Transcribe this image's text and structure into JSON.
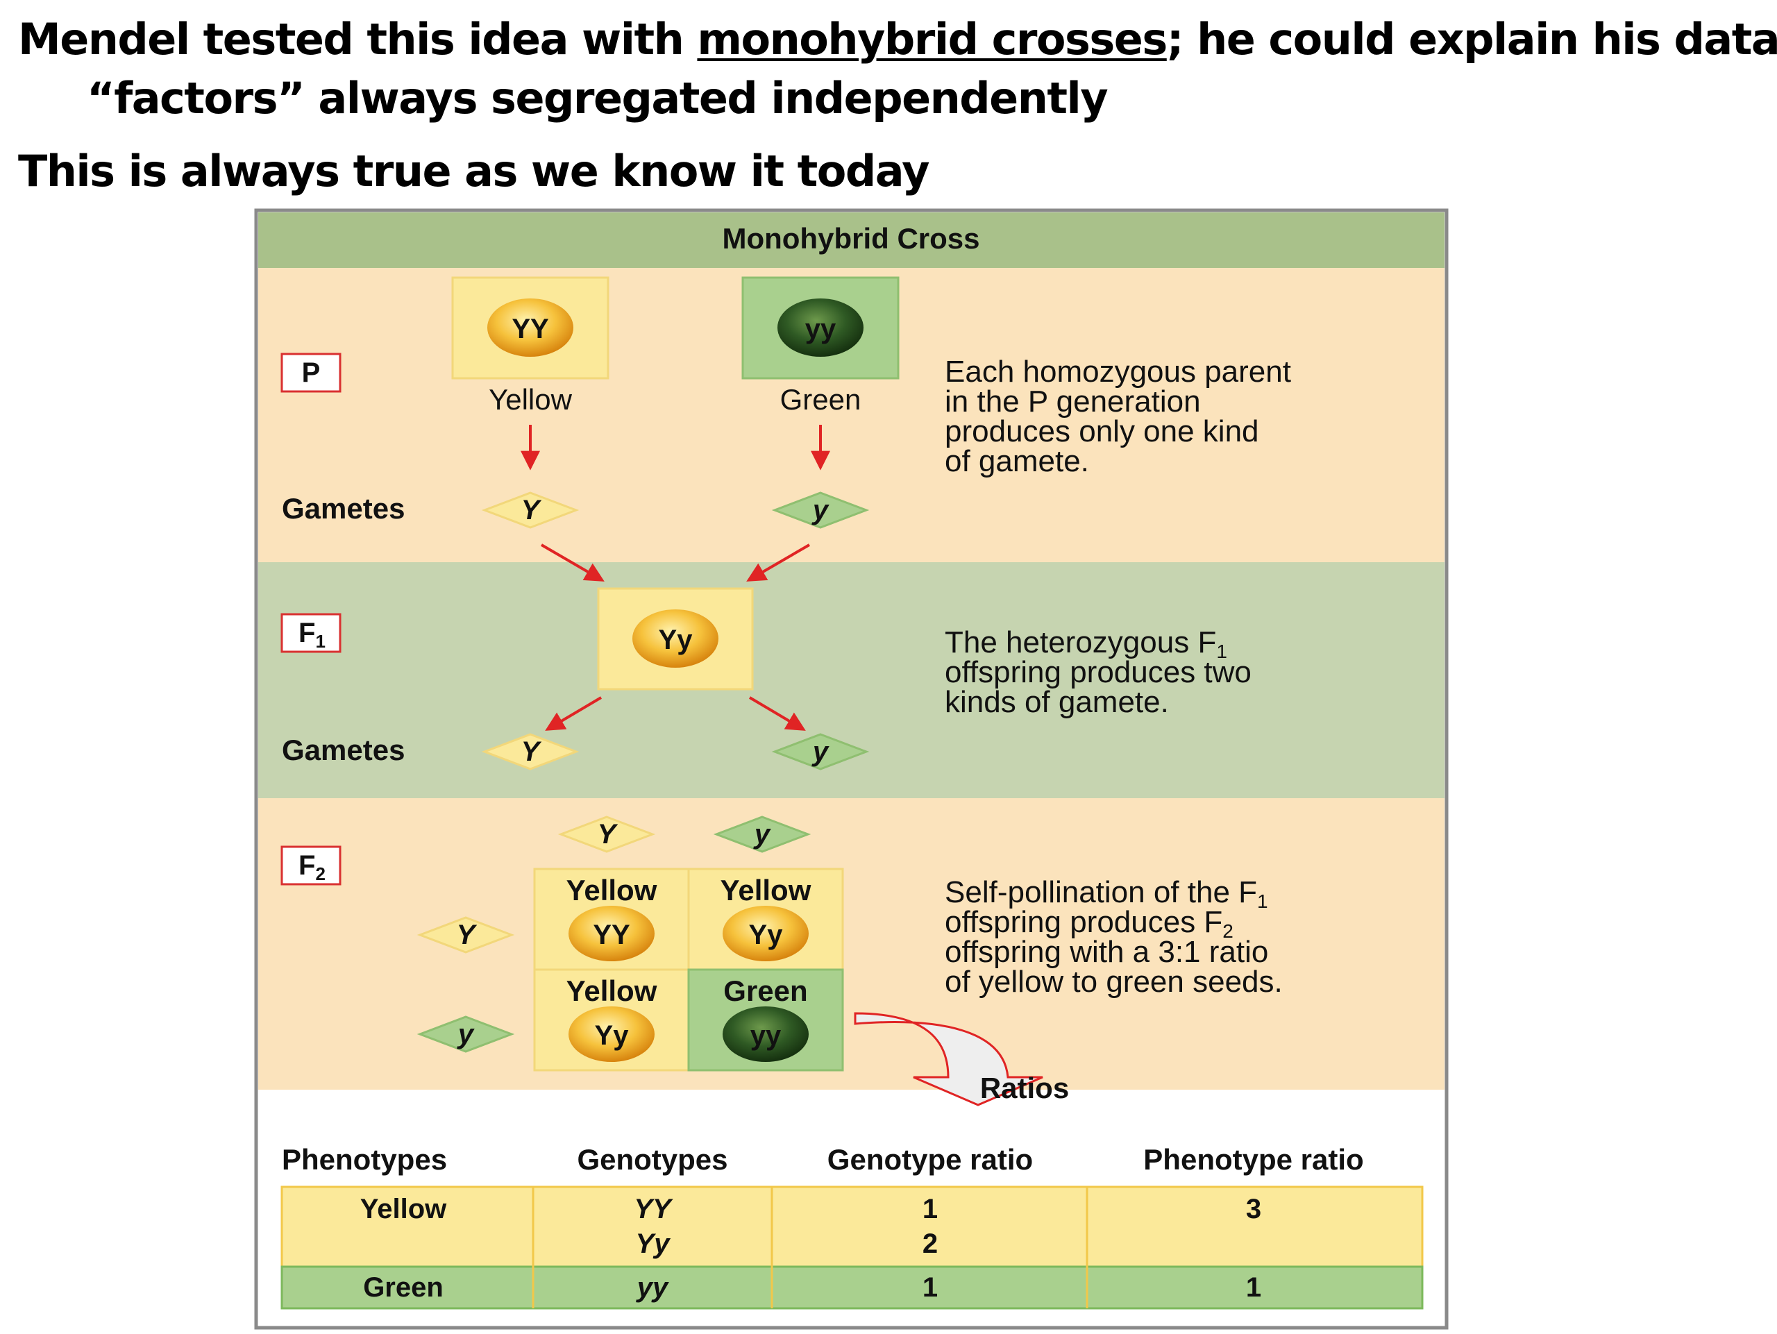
{
  "heading": {
    "line1_a": "Mendel tested this idea with ",
    "line1_link": "monohybrid crosses",
    "line1_b": "; he could explain his data if",
    "line2": "“factors” always segregated independently",
    "line3": "This is always true as we know it today"
  },
  "figure": {
    "title": "Monohybrid Cross",
    "colors": {
      "title_band": "#a9c18a",
      "cream": "#fbe3bc",
      "green_band": "#c6d4b0",
      "yellow_box": "#fbe99a",
      "green_box": "#a9d08e",
      "arrow": "#e02424",
      "label_border": "#d93030"
    },
    "p": {
      "label": "P",
      "parent1_genotype": "YY",
      "parent1_label": "Yellow",
      "parent2_genotype": "yy",
      "parent2_label": "Green",
      "gametes_label": "Gametes",
      "gamete1": "Y",
      "gamete2": "y",
      "desc": [
        "Each homozygous parent",
        "in the P generation",
        "produces only one kind",
        "of gamete."
      ]
    },
    "f1": {
      "label_main": "F",
      "label_sub": "1",
      "genotype": "Yy",
      "gametes_label": "Gametes",
      "gamete1": "Y",
      "gamete2": "y",
      "desc": {
        "l1_a": "The heterozygous F",
        "l1_sub": "1",
        "l2": "offspring produces two",
        "l3": "kinds of gamete."
      }
    },
    "f2": {
      "label_main": "F",
      "label_sub": "2",
      "col_gametes": [
        "Y",
        "y"
      ],
      "row_gametes": [
        "Y",
        "y"
      ],
      "cells": [
        {
          "phenotype": "Yellow",
          "genotype": "YY"
        },
        {
          "phenotype": "Yellow",
          "genotype": "Yy"
        },
        {
          "phenotype": "Yellow",
          "genotype": "Yy"
        },
        {
          "phenotype": "Green",
          "genotype": "yy"
        }
      ],
      "desc": {
        "l1_a": "Self-pollination of the F",
        "l1_sub": "1",
        "l2_a": "offspring produces F",
        "l2_sub": "2",
        "l3": "offspring with a 3:1 ratio",
        "l4": "of yellow to green seeds."
      },
      "ratios_label": "Ratios"
    },
    "table": {
      "headers": [
        "Phenotypes",
        "Genotypes",
        "Genotype ratio",
        "Phenotype ratio"
      ],
      "rows": [
        {
          "phenotype": "Yellow",
          "genotypes": [
            "YY",
            "Yy"
          ],
          "genotype_ratios": [
            "1",
            "2"
          ],
          "phenotype_ratio": "3"
        },
        {
          "phenotype": "Green",
          "genotypes": [
            "yy"
          ],
          "genotype_ratios": [
            "1"
          ],
          "phenotype_ratio": "1"
        }
      ]
    }
  }
}
